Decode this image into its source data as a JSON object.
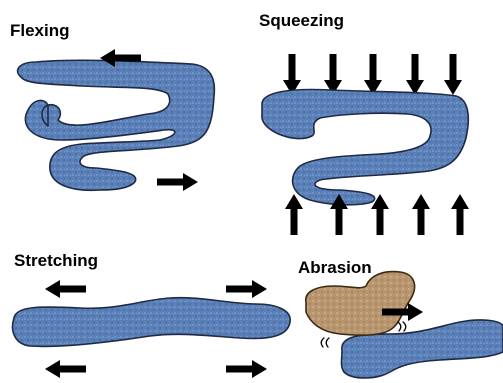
{
  "panels": {
    "flexing": {
      "label": "Flexing"
    },
    "squeezing": {
      "label": "Squeezing"
    },
    "stretching": {
      "label": "Stretching"
    },
    "abrasion": {
      "label": "Abrasion"
    }
  },
  "colors": {
    "fiber": "#5b80b8",
    "abrader": "#b89770",
    "arrow": "#000000"
  },
  "icons": {
    "arrow": "arrow-icon",
    "friction": "friction-wisp-icon"
  }
}
